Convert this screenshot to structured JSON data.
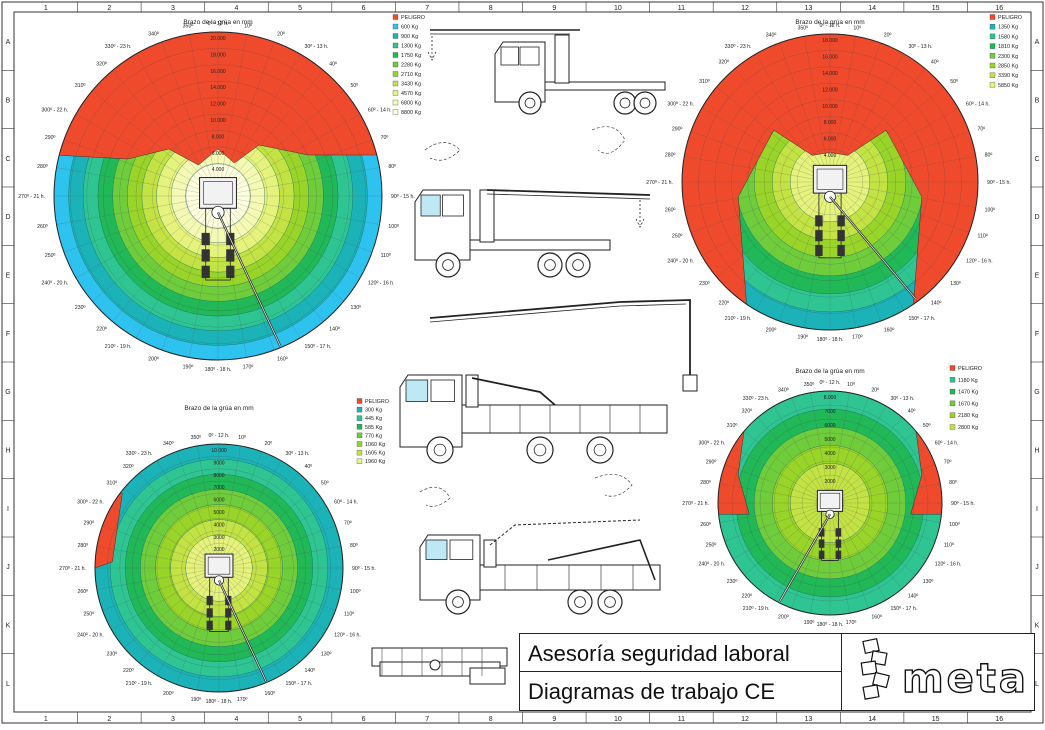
{
  "title_block": {
    "line1": "Asesoría seguridad laboral",
    "line2": "Diagramas de trabajo CE",
    "brand": "meta"
  },
  "grid": {
    "columns": [
      "1",
      "2",
      "3",
      "4",
      "5",
      "6",
      "7",
      "8",
      "9",
      "10",
      "11",
      "12",
      "13",
      "14",
      "15",
      "16"
    ],
    "rows": [
      "A",
      "B",
      "C",
      "D",
      "E",
      "F",
      "G",
      "H",
      "I",
      "J",
      "K",
      "L"
    ]
  },
  "colors": {
    "danger": "#f04a2c",
    "zones": [
      "#2ec2ee",
      "#1bb3b8",
      "#2fc592",
      "#21b857",
      "#6fcd3c",
      "#99d429",
      "#c3e244",
      "#e5f27c",
      "#f4f9b4",
      "#ffffe0"
    ]
  },
  "diagrams": [
    {
      "id": "d1",
      "title": "Brazo de la grúa en mm",
      "legend": [
        {
          "label": "PELIGRO",
          "color": "#f04a2c"
        },
        {
          "label": "600 Kg",
          "color": "#2ec2ee"
        },
        {
          "label": "900 Kg",
          "color": "#1bb3b8"
        },
        {
          "label": "1300 Kg",
          "color": "#2fc592"
        },
        {
          "label": "1750 Kg",
          "color": "#21b857"
        },
        {
          "label": "2280 Kg",
          "color": "#6fcd3c"
        },
        {
          "label": "2710 Kg",
          "color": "#99d429"
        },
        {
          "label": "3430 Kg",
          "color": "#c3e244"
        },
        {
          "label": "4570 Kg",
          "color": "#e5f27c"
        },
        {
          "label": "6800 Kg",
          "color": "#f4f9b4"
        },
        {
          "label": "8800 Kg",
          "color": "#ffffe0"
        }
      ],
      "radial_labels": [
        "20.000",
        "18.000",
        "16.000",
        "14.000",
        "12.000",
        "10.000",
        "8.000",
        "6.000",
        "4.000",
        "2.000"
      ],
      "angle_labels": [
        "0º - 12 h.",
        "10º",
        "20º",
        "30º - 13 h.",
        "40º",
        "50º",
        "60º - 14 h.",
        "70º",
        "80º",
        "90º - 15 h.",
        "100º",
        "110º",
        "120º - 16 h.",
        "130º",
        "140º",
        "150º - 17 h.",
        "160º",
        "170º",
        "180º - 18 h.",
        "190º",
        "200º",
        "210º - 19 h.",
        "220º",
        "230º",
        "240º - 20 h.",
        "250º",
        "260º",
        "270º - 21 h.",
        "280º",
        "290º",
        "300º - 22 h.",
        "310º",
        "320º",
        "330º - 23 h.",
        "340º",
        "350º"
      ]
    },
    {
      "id": "d2",
      "title": "Brazo de la grúa en mm",
      "legend": [
        {
          "label": "PELIGRO",
          "color": "#f04a2c"
        },
        {
          "label": "1350 Kg",
          "color": "#1bb3b8"
        },
        {
          "label": "1580 Kg",
          "color": "#2fc592"
        },
        {
          "label": "1810 Kg",
          "color": "#21b857"
        },
        {
          "label": "2300 Kg",
          "color": "#6fcd3c"
        },
        {
          "label": "2850 Kg",
          "color": "#99d429"
        },
        {
          "label": "3390 Kg",
          "color": "#c3e244"
        },
        {
          "label": "5850 Kg",
          "color": "#e5f27c"
        }
      ],
      "radial_labels": [
        "18.000",
        "16.000",
        "14.000",
        "12.000",
        "10.000",
        "8.000",
        "6.000",
        "4.000",
        "2.000"
      ],
      "angle_labels": [
        "0º - 12 h.",
        "10º",
        "20º",
        "30º - 13 h.",
        "40º",
        "50º",
        "60º - 14 h.",
        "70º",
        "80º",
        "90º - 15 h.",
        "100º",
        "110º",
        "120º - 16 h.",
        "130º",
        "140º",
        "150º - 17 h.",
        "160º",
        "170º",
        "180º - 18 h.",
        "190º",
        "200º",
        "210º - 19 h.",
        "220º",
        "230º",
        "240º - 20 h.",
        "250º",
        "260º",
        "270º - 21 h.",
        "280º",
        "290º",
        "300º - 22 h.",
        "310º",
        "320º",
        "330º - 23 h.",
        "340º",
        "350º"
      ]
    },
    {
      "id": "d3",
      "title": "Brazo de la grúa en mm",
      "legend": [
        {
          "label": "PELIGRO",
          "color": "#f04a2c"
        },
        {
          "label": "300 Kg",
          "color": "#1bb3b8"
        },
        {
          "label": "445 Kg",
          "color": "#2fc592"
        },
        {
          "label": "585 Kg",
          "color": "#21b857"
        },
        {
          "label": "770 Kg",
          "color": "#6fcd3c"
        },
        {
          "label": "1060 Kg",
          "color": "#99d429"
        },
        {
          "label": "1605 Kg",
          "color": "#c3e244"
        },
        {
          "label": "1960 Kg",
          "color": "#e5f27c"
        }
      ],
      "radial_labels": [
        "10.000",
        "9000",
        "8000",
        "7000",
        "6000",
        "5000",
        "4000",
        "3000",
        "2000",
        "1000"
      ],
      "angle_labels": [
        "0º - 12 h.",
        "10º",
        "20º",
        "30º - 13 h.",
        "40º",
        "50º",
        "60º - 14 h.",
        "70º",
        "80º",
        "90º - 15 h.",
        "100º",
        "110º",
        "120º - 16 h.",
        "130º",
        "140º",
        "150º - 17 h.",
        "160º",
        "170º",
        "180º - 18 h.",
        "190º",
        "200º",
        "210º - 19 h.",
        "220º",
        "230º",
        "240º - 20 h.",
        "250º",
        "260º",
        "270º - 21 h.",
        "280º",
        "290º",
        "300º - 22 h.",
        "310º",
        "320º",
        "330º - 23 h.",
        "340º",
        "350º"
      ]
    },
    {
      "id": "d4",
      "title": "Brazo de la grúa en mm",
      "legend": [
        {
          "label": "PELIGRO",
          "color": "#f04a2c"
        },
        {
          "label": "1180 Kg",
          "color": "#2fc592"
        },
        {
          "label": "1470 Kg",
          "color": "#21b857"
        },
        {
          "label": "1670 Kg",
          "color": "#6fcd3c"
        },
        {
          "label": "2180 Kg",
          "color": "#99d429"
        },
        {
          "label": "2800 Kg",
          "color": "#c3e244"
        }
      ],
      "radial_labels": [
        "8.000",
        "7000",
        "6000",
        "5000",
        "4000",
        "3000",
        "2000",
        "1000"
      ],
      "angle_labels": [
        "0º - 12 h.",
        "10º",
        "20º",
        "30º - 13 h.",
        "40º",
        "50º",
        "60º - 14 h.",
        "70º",
        "80º",
        "90º - 15 h.",
        "100º",
        "110º",
        "120º - 16 h.",
        "130º",
        "140º",
        "150º - 17 h.",
        "160º",
        "170º",
        "180º - 18 h.",
        "190º",
        "200º",
        "210º - 19 h.",
        "220º",
        "230º",
        "240º - 20 h.",
        "250º",
        "260º",
        "270º - 21 h.",
        "280º",
        "290º",
        "300º - 22 h.",
        "310º",
        "320º",
        "330º - 23 h.",
        "340º",
        "350º"
      ]
    }
  ],
  "trucks": [
    {
      "name": "tractor-unit-crane-folded"
    },
    {
      "name": "tractor-unit-crane-extended"
    },
    {
      "name": "flatbed-truck-crane-extended"
    },
    {
      "name": "flatbed-truck-3-axle"
    },
    {
      "name": "folded-crane-detail"
    }
  ]
}
